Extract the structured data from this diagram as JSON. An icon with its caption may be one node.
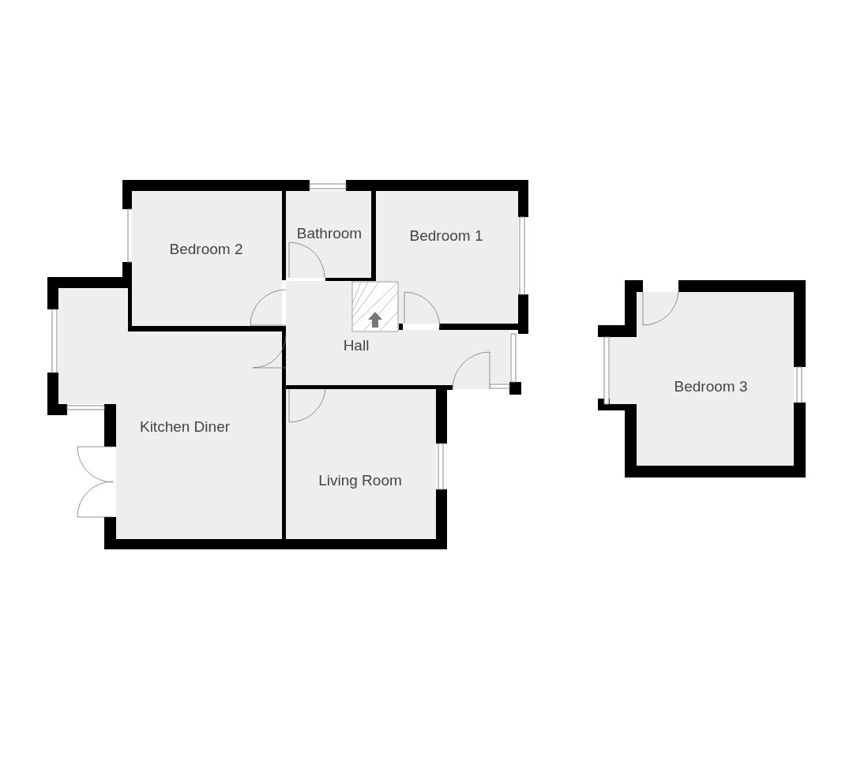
{
  "diagram": {
    "nodes": [
      {
        "text": [
          "Bedroom 2"
        ]
      },
      {
        "text": [
          "Bathroom"
        ]
      },
      {
        "text": [
          "Bedroom 1"
        ]
      },
      {
        "text": [
          "Hall"
        ]
      },
      {
        "text": [
          "Bedroom 3"
        ]
      },
      {
        "text": [
          "Kitchen Diner"
        ]
      },
      {
        "text": [
          "Living Room"
        ]
      }
    ]
  }
}
